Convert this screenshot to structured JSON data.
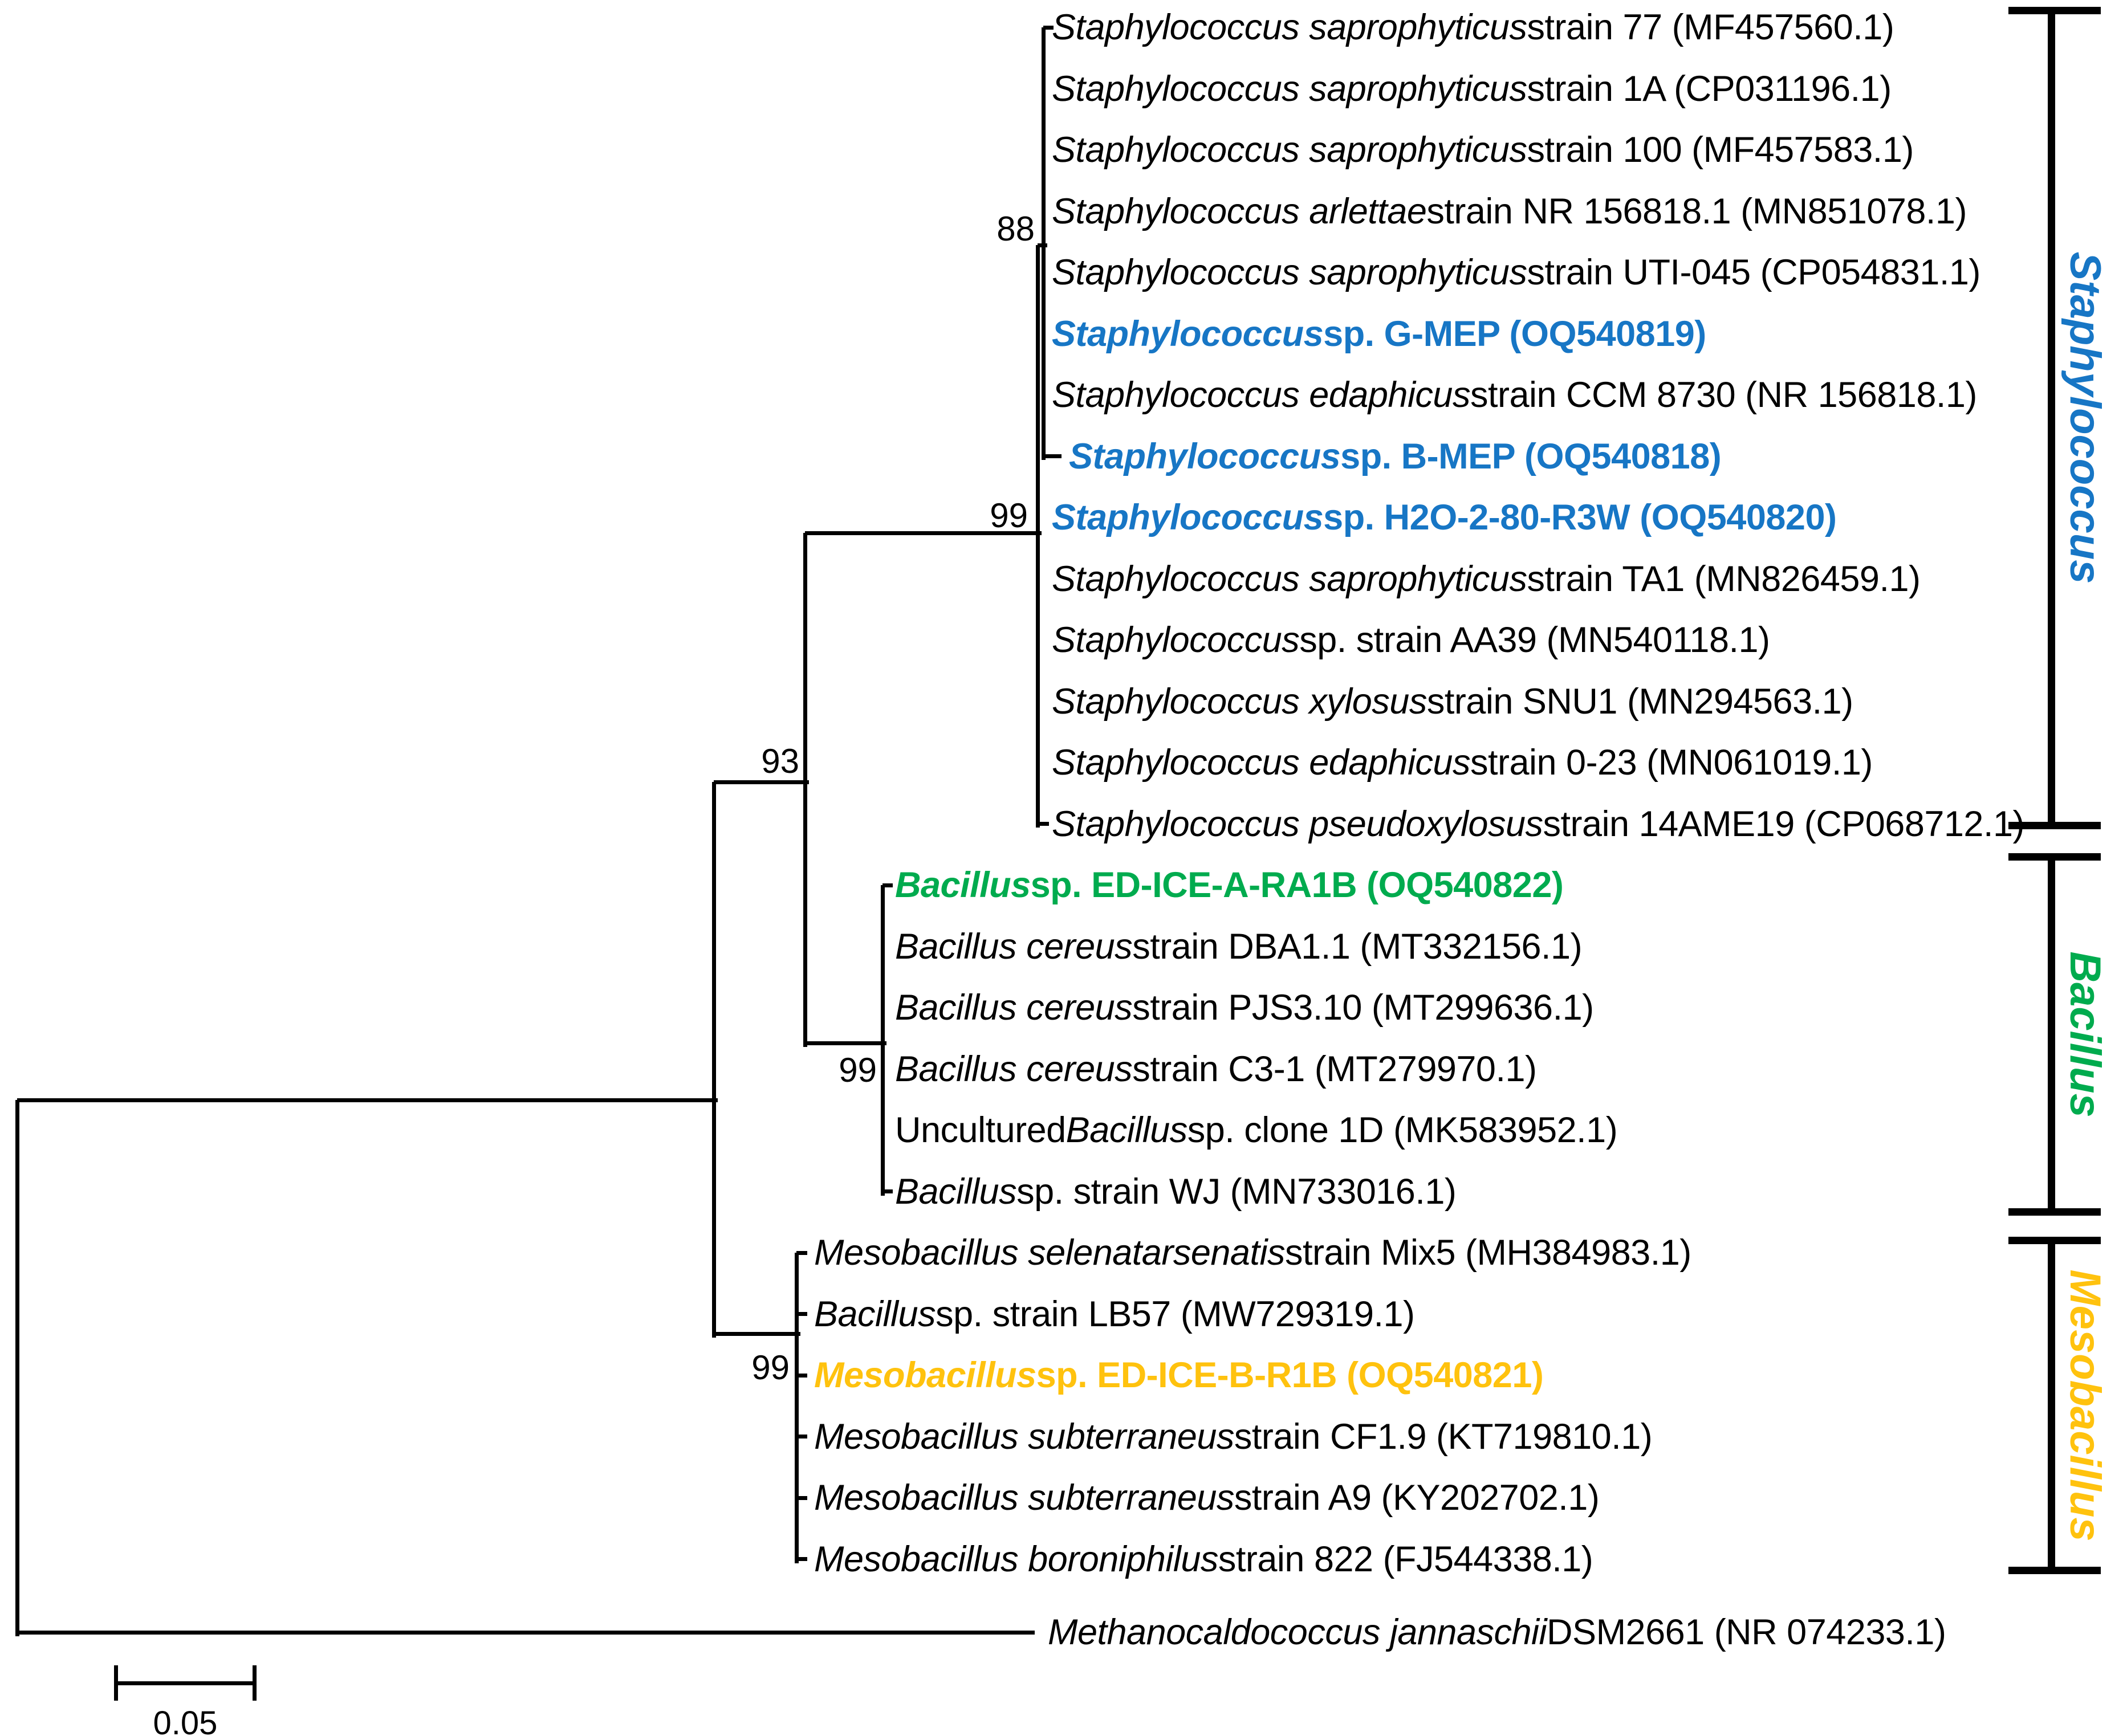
{
  "figure": {
    "description_visible_text_only": "Neighbor-joining style phylogenetic tree with three labeled genus clades and an outgroup",
    "scale_bar": {
      "label": "0.05"
    }
  },
  "colors": {
    "highlight_blue": "#1776C5",
    "highlight_green": "#00AB4E",
    "highlight_yellow": "#FFC20E",
    "branch_black": "#000000"
  },
  "bootstraps": [
    {
      "value": "88"
    },
    {
      "value": "99"
    },
    {
      "value": "93"
    },
    {
      "value": "99"
    },
    {
      "value": "99"
    }
  ],
  "clades": [
    {
      "label": "Staphylococcus",
      "color": "#1776C5"
    },
    {
      "label": "Bacillus",
      "color": "#00AB4E"
    },
    {
      "label": "Mesobacillus",
      "color": "#FFC20E"
    }
  ],
  "taxa": [
    {
      "segments": [
        {
          "text": "Staphylococcus saprophyticus",
          "italic": true
        },
        {
          "text": " strain 77 (MF457560.1)",
          "italic": false
        }
      ],
      "color": ""
    },
    {
      "segments": [
        {
          "text": "Staphylococcus saprophyticus",
          "italic": true
        },
        {
          "text": " strain 1A (CP031196.1)",
          "italic": false
        }
      ],
      "color": ""
    },
    {
      "segments": [
        {
          "text": "Staphylococcus saprophyticus",
          "italic": true
        },
        {
          "text": " strain 100 (MF457583.1)",
          "italic": false
        }
      ],
      "color": ""
    },
    {
      "segments": [
        {
          "text": "Staphylococcus arlettae",
          "italic": true
        },
        {
          "text": " strain NR 156818.1 (MN851078.1)",
          "italic": false
        }
      ],
      "color": ""
    },
    {
      "segments": [
        {
          "text": "Staphylococcus saprophyticus",
          "italic": true
        },
        {
          "text": " strain UTI-045 (CP054831.1)",
          "italic": false
        }
      ],
      "color": ""
    },
    {
      "segments": [
        {
          "text": "Staphylococcus",
          "italic": true
        },
        {
          "text": " sp. G-MEP (OQ540819)",
          "italic": false
        }
      ],
      "color": "blue"
    },
    {
      "segments": [
        {
          "text": "Staphylococcus edaphicus",
          "italic": true
        },
        {
          "text": " strain CCM 8730 (NR 156818.1)",
          "italic": false
        }
      ],
      "color": ""
    },
    {
      "segments": [
        {
          "text": "Staphylococcus",
          "italic": true
        },
        {
          "text": " sp. B-MEP (OQ540818)",
          "italic": false
        }
      ],
      "color": "blue"
    },
    {
      "segments": [
        {
          "text": "Staphylococcus",
          "italic": true
        },
        {
          "text": " sp. H2O-2-80-R3W (OQ540820)",
          "italic": false
        }
      ],
      "color": "blue"
    },
    {
      "segments": [
        {
          "text": "Staphylococcus saprophyticus",
          "italic": true
        },
        {
          "text": " strain TA1 (MN826459.1)",
          "italic": false
        }
      ],
      "color": ""
    },
    {
      "segments": [
        {
          "text": "Staphylococcus",
          "italic": true
        },
        {
          "text": " sp. strain AA39 (MN540118.1)",
          "italic": false
        }
      ],
      "color": ""
    },
    {
      "segments": [
        {
          "text": "Staphylococcus xylosus",
          "italic": true
        },
        {
          "text": " strain SNU1 (MN294563.1)",
          "italic": false
        }
      ],
      "color": ""
    },
    {
      "segments": [
        {
          "text": "Staphylococcus edaphicus",
          "italic": true
        },
        {
          "text": " strain 0-23 (MN061019.1)",
          "italic": false
        }
      ],
      "color": ""
    },
    {
      "segments": [
        {
          "text": "Staphylococcus pseudoxylosus",
          "italic": true
        },
        {
          "text": " strain 14AME19 (CP068712.1)",
          "italic": false
        }
      ],
      "color": ""
    },
    {
      "segments": [
        {
          "text": "Bacillus",
          "italic": true
        },
        {
          "text": " sp. ED-ICE-A-RA1B (OQ540822)",
          "italic": false
        }
      ],
      "color": "green"
    },
    {
      "segments": [
        {
          "text": "Bacillus cereus",
          "italic": true
        },
        {
          "text": " strain DBA1.1 (MT332156.1)",
          "italic": false
        }
      ],
      "color": ""
    },
    {
      "segments": [
        {
          "text": "Bacillus cereus",
          "italic": true
        },
        {
          "text": " strain PJS3.10 (MT299636.1)",
          "italic": false
        }
      ],
      "color": ""
    },
    {
      "segments": [
        {
          "text": "Bacillus cereus",
          "italic": true
        },
        {
          "text": " strain C3-1 (MT279970.1)",
          "italic": false
        }
      ],
      "color": ""
    },
    {
      "segments": [
        {
          "text": "Uncultured ",
          "italic": false
        },
        {
          "text": "Bacillus",
          "italic": true
        },
        {
          "text": " sp. clone 1D (MK583952.1)",
          "italic": false
        }
      ],
      "color": ""
    },
    {
      "segments": [
        {
          "text": "Bacillus",
          "italic": true
        },
        {
          "text": " sp. strain WJ (MN733016.1)",
          "italic": false
        }
      ],
      "color": ""
    },
    {
      "segments": [
        {
          "text": "Mesobacillus selenatarsenatis",
          "italic": true
        },
        {
          "text": " strain Mix5 (MH384983.1)",
          "italic": false
        }
      ],
      "color": ""
    },
    {
      "segments": [
        {
          "text": "Bacillus",
          "italic": true
        },
        {
          "text": " sp. strain LB57 (MW729319.1)",
          "italic": false
        }
      ],
      "color": ""
    },
    {
      "segments": [
        {
          "text": "Mesobacillus",
          "italic": true
        },
        {
          "text": " sp. ED-ICE-B-R1B (OQ540821)",
          "italic": false
        }
      ],
      "color": "yellow"
    },
    {
      "segments": [
        {
          "text": "Mesobacillus subterraneus",
          "italic": true
        },
        {
          "text": " strain CF1.9 (KT719810.1)",
          "italic": false
        }
      ],
      "color": ""
    },
    {
      "segments": [
        {
          "text": "Mesobacillus subterraneus",
          "italic": true
        },
        {
          "text": " strain A9 (KY202702.1)",
          "italic": false
        }
      ],
      "color": ""
    },
    {
      "segments": [
        {
          "text": "Mesobacillus boroniphilus",
          "italic": true
        },
        {
          "text": " strain 822 (FJ544338.1)",
          "italic": false
        }
      ],
      "color": ""
    },
    {
      "segments": [
        {
          "text": "Methanocaldococcus jannaschii",
          "italic": true
        },
        {
          "text": " DSM2661 (NR 074233.1)",
          "italic": false
        }
      ],
      "color": ""
    }
  ]
}
